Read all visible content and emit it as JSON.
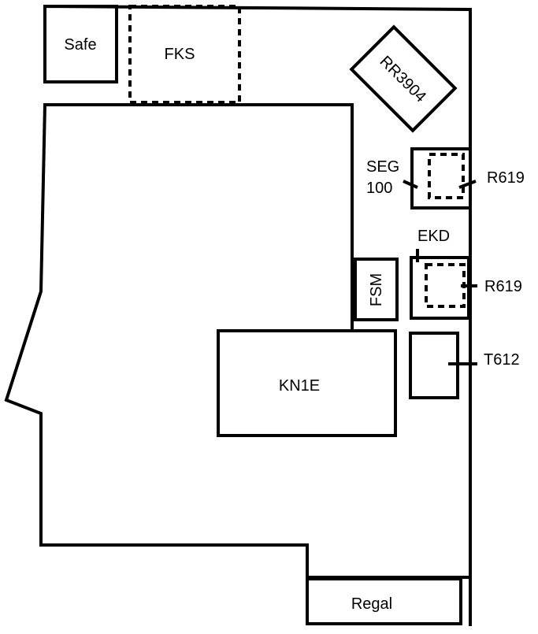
{
  "labels": {
    "safe": "Safe",
    "fks": "FKS",
    "rr3904": "RR3904",
    "seg_line1": "SEG",
    "seg_line2": "100",
    "r619_top": "R619",
    "ekd": "EKD",
    "fsm": "FSM",
    "r619_mid": "R619",
    "t612": "T612",
    "kn1e": "KN1E",
    "regal": "Regal"
  }
}
